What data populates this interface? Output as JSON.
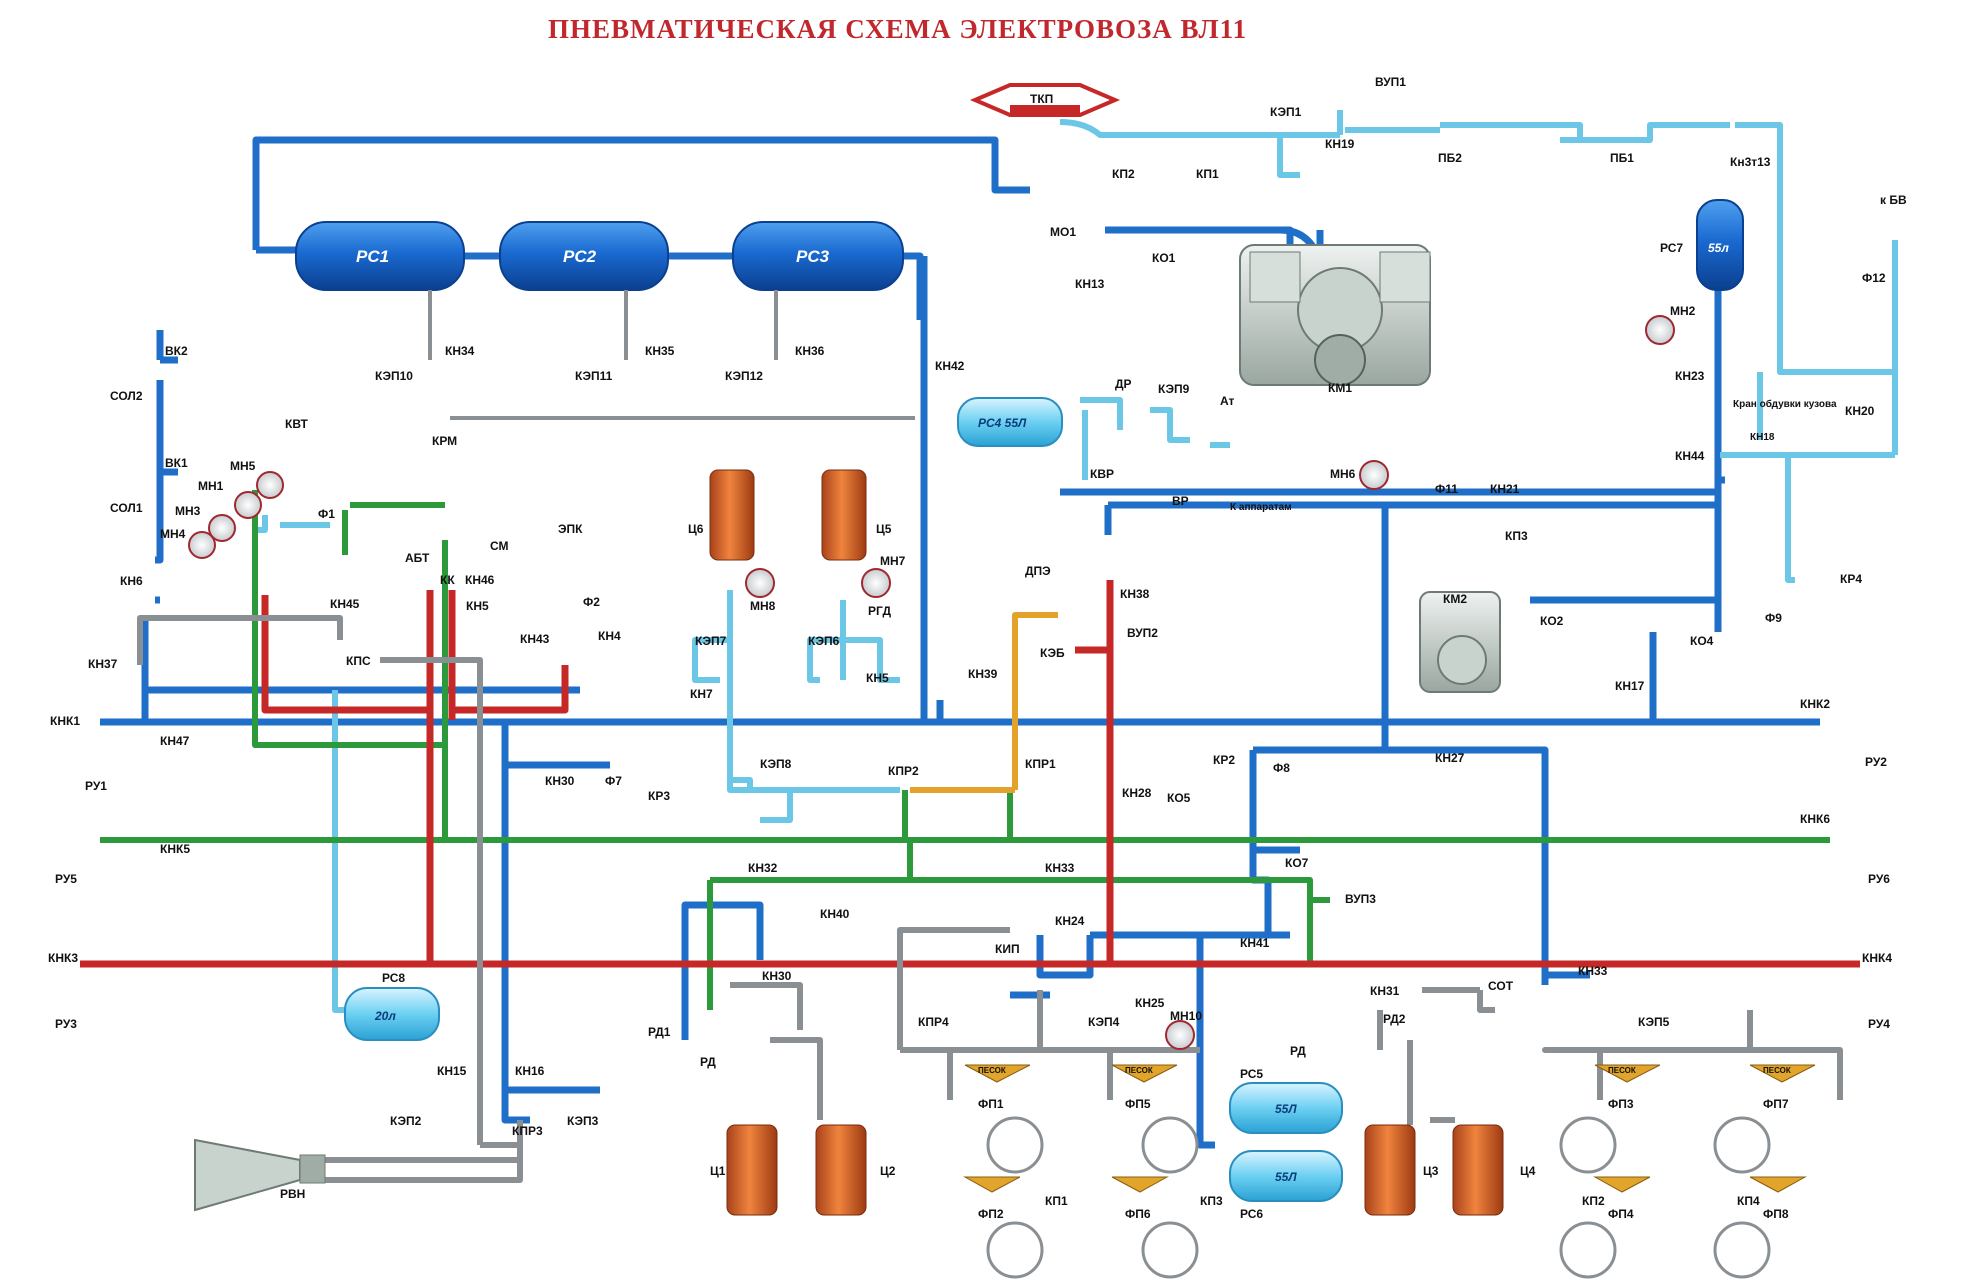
{
  "title": "ПНЕВМАТИЧЕСКАЯ СХЕМА   ЭЛЕКТРОВОЗА  ВЛ11",
  "colors": {
    "main": "#1f6fc8",
    "light": "#6cc6e6",
    "green": "#2c9a3a",
    "red": "#c62828",
    "gray": "#8a8f93",
    "orange": "#e3a22a",
    "tank": "#1a6ad1",
    "cylinder": "#e06a2a"
  },
  "tanks": {
    "rs1": "РС1",
    "rs2": "РС2",
    "rs3": "РС3",
    "rs4": "РС4  55Л",
    "rs7": "55л",
    "rs7_name": "РС7",
    "rs8": "20л",
    "rs8_name": "РС8",
    "rs5": "55Л",
    "rs5_name": "РС5",
    "rs6": "55Л",
    "rs6_name": "РС6"
  },
  "labels": {
    "tkp": "ТКП",
    "vup1": "ВУП1",
    "kep1": "КЭП1",
    "kn19": "КН19",
    "pb2": "ПБ2",
    "pb1": "ПБ1",
    "knzm13": "Кн3т13",
    "kp2": "КП2",
    "kp1": "КП1",
    "mo1": "МО1",
    "ko1": "КО1",
    "kn13": "КН13",
    "km1": "КМ1",
    "k_bv": "к БВ",
    "f12": "Ф12",
    "mn2": "МН2",
    "kn23": "КН23",
    "kn20": "КН20",
    "kn18": "КН18",
    "kn44": "КН44",
    "kran": "Кран обдувки кузова",
    "kn34": "КН34",
    "kn35": "КН35",
    "kn36": "КН36",
    "kep10": "КЭП10",
    "kep11": "КЭП11",
    "kep12": "КЭП12",
    "kn42": "КН42",
    "dr": "ДР",
    "kep9": "КЭП9",
    "at": "Ат",
    "kvr": "КВР",
    "vr": "ВР",
    "k_app": "К аппаратам",
    "dpe": "ДПЭ",
    "mn6": "МН6",
    "f11": "Ф11",
    "kn21": "КН21",
    "kp3": "КП3",
    "km2": "КМ2",
    "ko2": "КО2",
    "kr4": "КР4",
    "f9": "Ф9",
    "ko4": "КО4",
    "kn17": "КН17",
    "vk2": "ВК2",
    "sol2": "СОЛ2",
    "vk1": "ВК1",
    "sol1": "СОЛ1",
    "kvt": "КВТ",
    "krm": "КРМ",
    "mn5": "МН5",
    "mn1": "МН1",
    "mn3": "МН3",
    "mn4": "МН4",
    "f1": "Ф1",
    "abt": "АБТ",
    "kk": "КК",
    "kn46": "КН46",
    "sm": "СМ",
    "epk": "ЭПК",
    "kn6": "КН6",
    "kn5": "КН5",
    "f2": "Ф2",
    "kn43": "КН43",
    "kn4": "КН4",
    "kn45": "КН45",
    "kps": "КПС",
    "kn37": "КН37",
    "ts6": "Ц6",
    "ts5": "Ц5",
    "mn7": "МН7",
    "mn8": "МН8",
    "rgd": "РГД",
    "kep7": "КЭП7",
    "kep6": "КЭП6",
    "kn7": "КН7",
    "kn5b": "КН5",
    "kn38": "КН38",
    "vup2": "ВУП2",
    "keb": "КЭБ",
    "kn39": "КН39",
    "knk1": "КНК1",
    "kn47": "КН47",
    "knk2": "КНК2",
    "ru1": "РУ1",
    "ru2": "РУ2",
    "kn30": "КН30",
    "f7": "Ф7",
    "kr3": "КР3",
    "kep8": "КЭП8",
    "kpr2": "КПР2",
    "kpr1": "КПР1",
    "kn28": "КН28",
    "ko5": "КО5",
    "kr2": "КР2",
    "f8": "Ф8",
    "kn27": "КН27",
    "knk5": "КНК5",
    "ru5": "РУ5",
    "knk6": "КНК6",
    "ru6": "РУ6",
    "ko7": "КО7",
    "kn32": "КН32",
    "kn33": "КН33",
    "kn40": "КН40",
    "vup3": "ВУП3",
    "kn24": "КН24",
    "kip": "КИП",
    "kn41": "КН41",
    "knk3": "КНК3",
    "ru3": "РУ3",
    "knk4": "КНК4",
    "ru4": "РУ4",
    "rs8": "РС8",
    "kn30b": "КН30",
    "rd1": "РД1",
    "rd": "РД",
    "kn25": "КН25",
    "kep4": "КЭП4",
    "mn10": "МН10",
    "kn31": "КН31",
    "sot": "СОТ",
    "rd2": "РД2",
    "kn33b": "КН33",
    "kep5": "КЭП5",
    "kpr4": "КПР4",
    "kn15": "КН15",
    "kn16": "КН16",
    "kep2": "КЭП2",
    "kep3": "КЭП3",
    "kpr3": "КПР3",
    "rvn": "РВН",
    "ts1": "Ц1",
    "ts2": "Ц2",
    "ts3": "Ц3",
    "ts4": "Ц4",
    "fp1": "ФП1",
    "fp2": "ФП2",
    "fp5": "ФП5",
    "fp6": "ФП6",
    "fp3": "ФП3",
    "fp4": "ФП4",
    "fp7": "ФП7",
    "fp8": "ФП8",
    "kp1b": "КП1",
    "kp3b": "КП3",
    "kp2b": "КП2",
    "kp4b": "КП4",
    "pesok": "ПЕСОК"
  }
}
